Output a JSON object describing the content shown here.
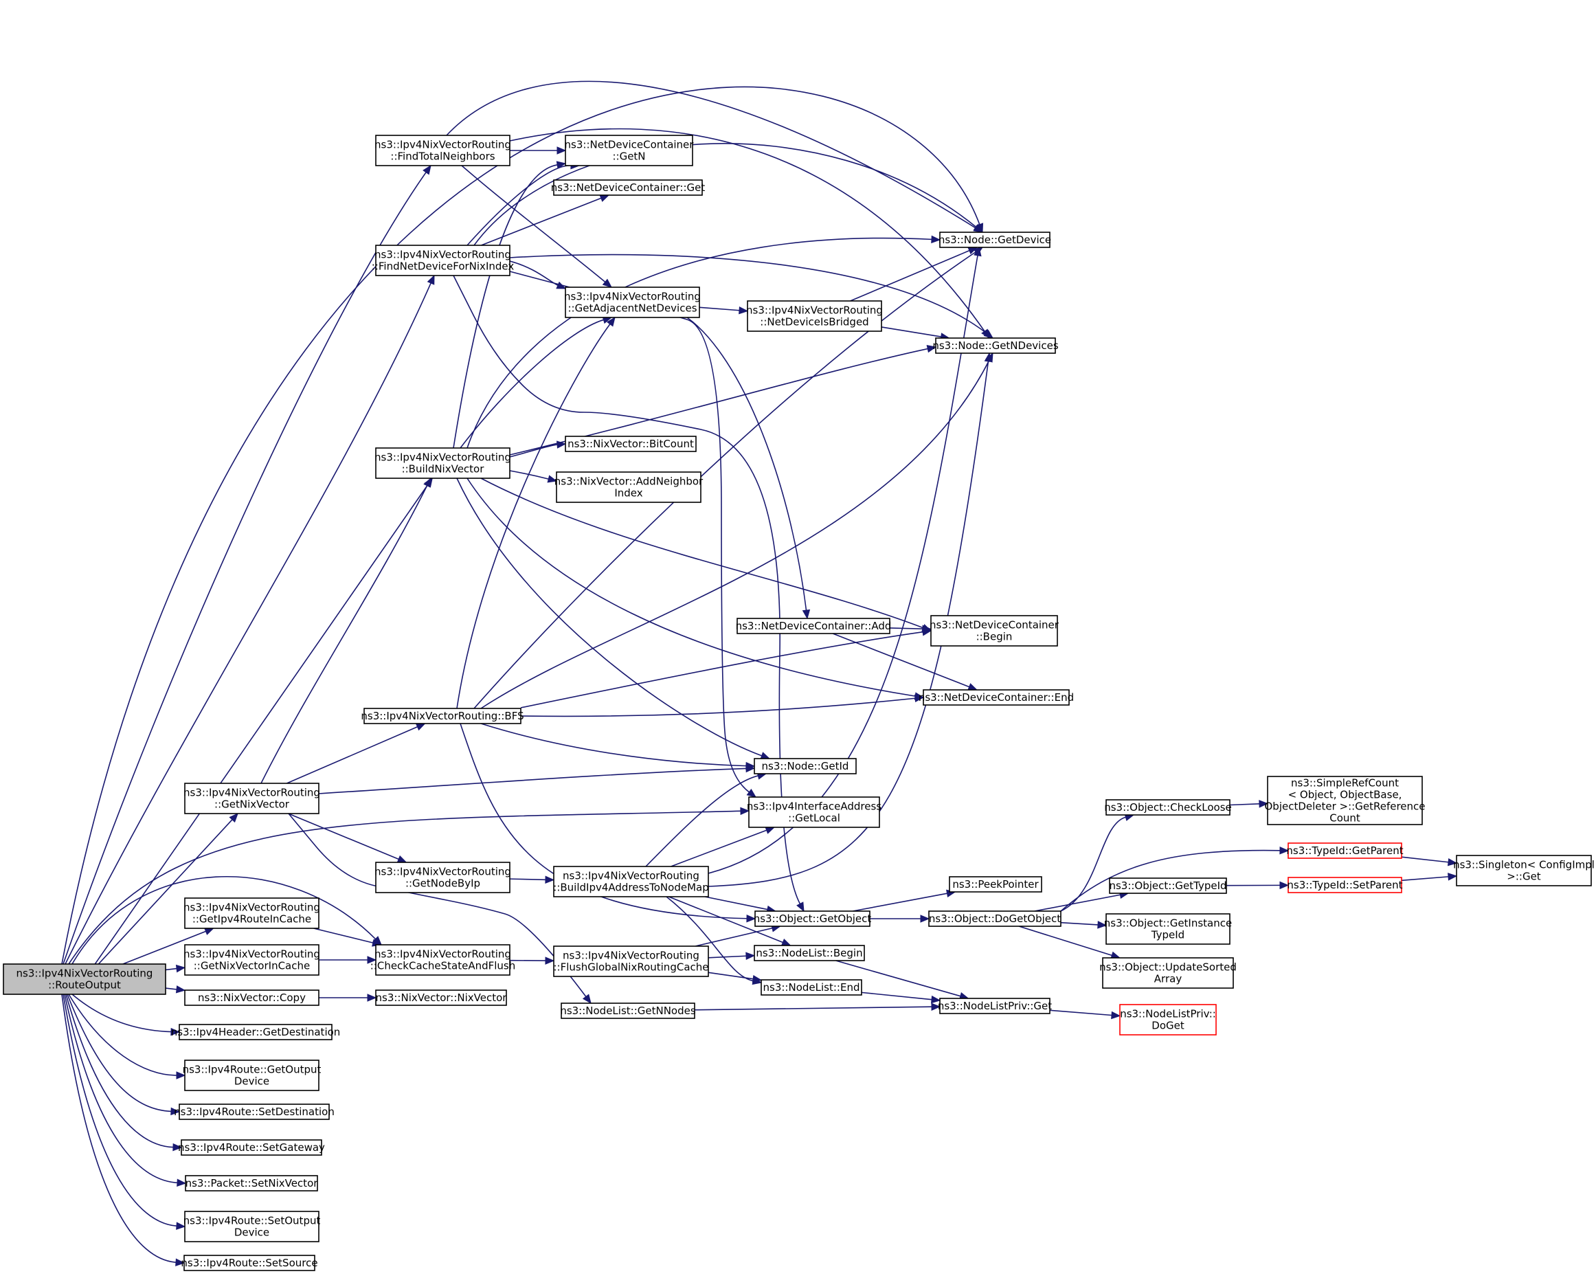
{
  "colors": {
    "edge": "#191970",
    "border": "#000000",
    "border_incomplete": "#ff0000",
    "root_fill": "#bfbfbf",
    "node_fill": "#ffffff"
  },
  "nodes": {
    "route_output": {
      "lines": [
        "ns3::Ipv4NixVectorRouting",
        "::RouteOutput"
      ],
      "root": true
    },
    "find_total_neighbors": {
      "lines": [
        "ns3::Ipv4NixVectorRouting",
        "::FindTotalNeighbors"
      ]
    },
    "find_net_device_for_nix_index": {
      "lines": [
        "ns3::Ipv4NixVectorRouting",
        "::FindNetDeviceForNixIndex"
      ]
    },
    "build_nix_vector": {
      "lines": [
        "ns3::Ipv4NixVectorRouting",
        "::BuildNixVector"
      ]
    },
    "bfs": {
      "lines": [
        "ns3::Ipv4NixVectorRouting::BFS"
      ]
    },
    "get_nix_vector": {
      "lines": [
        "ns3::Ipv4NixVectorRouting",
        "::GetNixVector"
      ]
    },
    "get_node_by_ip": {
      "lines": [
        "ns3::Ipv4NixVectorRouting",
        "::GetNodeByIp"
      ]
    },
    "get_ipv4_route_in_cache": {
      "lines": [
        "ns3::Ipv4NixVectorRouting",
        "::GetIpv4RouteInCache"
      ]
    },
    "get_nix_vector_in_cache": {
      "lines": [
        "ns3::Ipv4NixVectorRouting",
        "::GetNixVectorInCache"
      ]
    },
    "check_cache_state_and_flush": {
      "lines": [
        "ns3::Ipv4NixVectorRouting",
        "::CheckCacheStateAndFlush"
      ]
    },
    "nix_vector_copy": {
      "lines": [
        "ns3::NixVector::Copy"
      ]
    },
    "nix_vector_ctor": {
      "lines": [
        "ns3::NixVector::NixVector"
      ]
    },
    "ipv4_header_get_destination": {
      "lines": [
        "ns3::Ipv4Header::GetDestination"
      ]
    },
    "ipv4_route_get_output_device": {
      "lines": [
        "ns3::Ipv4Route::GetOutput",
        "Device"
      ]
    },
    "ipv4_route_set_destination": {
      "lines": [
        "ns3::Ipv4Route::SetDestination"
      ]
    },
    "ipv4_route_set_gateway": {
      "lines": [
        "ns3::Ipv4Route::SetGateway"
      ]
    },
    "packet_set_nix_vector": {
      "lines": [
        "ns3::Packet::SetNixVector"
      ]
    },
    "ipv4_route_set_output_device": {
      "lines": [
        "ns3::Ipv4Route::SetOutput",
        "Device"
      ]
    },
    "ipv4_route_set_source": {
      "lines": [
        "ns3::Ipv4Route::SetSource"
      ]
    },
    "ndc_get_n": {
      "lines": [
        "ns3::NetDeviceContainer",
        "::GetN"
      ]
    },
    "ndc_get": {
      "lines": [
        "ns3::NetDeviceContainer::Get"
      ]
    },
    "get_adjacent_net_devices": {
      "lines": [
        "ns3::Ipv4NixVectorRouting",
        "::GetAdjacentNetDevices"
      ]
    },
    "net_device_is_bridged": {
      "lines": [
        "ns3::Ipv4NixVectorRouting",
        "::NetDeviceIsBridged"
      ]
    },
    "nix_vector_bit_count": {
      "lines": [
        "ns3::NixVector::BitCount"
      ]
    },
    "nix_vector_add_neighbor_index": {
      "lines": [
        "ns3::NixVector::AddNeighbor",
        "Index"
      ]
    },
    "ndc_add": {
      "lines": [
        "ns3::NetDeviceContainer::Add"
      ]
    },
    "build_ipv4_address_to_node_map": {
      "lines": [
        "ns3::Ipv4NixVectorRouting",
        "::BuildIpv4AddressToNodeMap"
      ]
    },
    "flush_global_nix_routing_cache": {
      "lines": [
        "ns3::Ipv4NixVectorRouting",
        "::FlushGlobalNixRoutingCache"
      ]
    },
    "node_list_get_n_nodes": {
      "lines": [
        "ns3::NodeList::GetNNodes"
      ]
    },
    "node_get_device": {
      "lines": [
        "ns3::Node::GetDevice"
      ]
    },
    "node_get_n_devices": {
      "lines": [
        "ns3::Node::GetNDevices"
      ]
    },
    "ndc_begin": {
      "lines": [
        "ns3::NetDeviceContainer",
        "::Begin"
      ]
    },
    "ndc_end": {
      "lines": [
        "ns3::NetDeviceContainer::End"
      ]
    },
    "node_get_id": {
      "lines": [
        "ns3::Node::GetId"
      ]
    },
    "ipv4_interface_address_get_local": {
      "lines": [
        "ns3::Ipv4InterfaceAddress",
        "::GetLocal"
      ]
    },
    "object_get_object": {
      "lines": [
        "ns3::Object::GetObject"
      ]
    },
    "node_list_begin": {
      "lines": [
        "ns3::NodeList::Begin"
      ]
    },
    "node_list_end": {
      "lines": [
        "ns3::NodeList::End"
      ]
    },
    "peek_pointer": {
      "lines": [
        "ns3::PeekPointer"
      ]
    },
    "object_do_get_object": {
      "lines": [
        "ns3::Object::DoGetObject"
      ]
    },
    "node_list_priv_get": {
      "lines": [
        "ns3::NodeListPriv::Get"
      ]
    },
    "object_check_loose": {
      "lines": [
        "ns3::Object::CheckLoose"
      ]
    },
    "object_get_type_id": {
      "lines": [
        "ns3::Object::GetTypeId"
      ]
    },
    "object_get_instance_type_id": {
      "lines": [
        "ns3::Object::GetInstance",
        "TypeId"
      ]
    },
    "object_update_sorted_array": {
      "lines": [
        "ns3::Object::UpdateSorted",
        "Array"
      ]
    },
    "node_list_priv_do_get": {
      "lines": [
        "ns3::NodeListPriv::",
        "DoGet"
      ],
      "incomplete": true
    },
    "simple_ref_count_get_reference_count": {
      "lines": [
        "ns3::SimpleRefCount",
        "< Object, ObjectBase,",
        " ObjectDeleter >::GetReference",
        "Count"
      ]
    },
    "type_id_get_parent": {
      "lines": [
        "ns3::TypeId::GetParent"
      ],
      "incomplete": true
    },
    "type_id_set_parent": {
      "lines": [
        "ns3::TypeId::SetParent"
      ],
      "incomplete": true
    },
    "singleton_config_impl_get": {
      "lines": [
        "ns3::Singleton< ConfigImpl",
        " >::Get"
      ]
    }
  }
}
